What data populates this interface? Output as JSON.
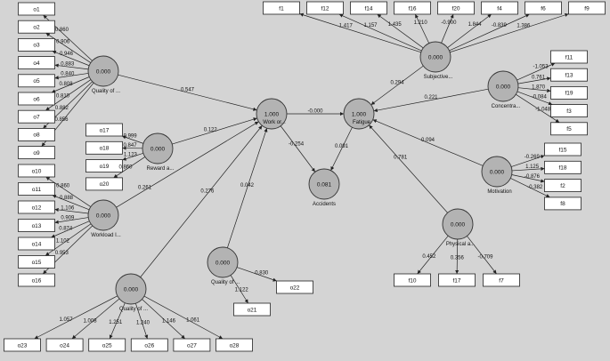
{
  "colors": {
    "background": "#d4d4d4",
    "construct": "#b3b3b3",
    "indicator": "#ffffff",
    "line": "#222222"
  },
  "constructs": [
    {
      "id": "quality_of",
      "label": "Quality of ...",
      "value": "0.000"
    },
    {
      "id": "reward",
      "label": "Reward a...",
      "value": "0.000"
    },
    {
      "id": "workload",
      "label": "Workload I...",
      "value": "0.000"
    },
    {
      "id": "quality_bottom",
      "label": "Quality of ...",
      "value": "0.000"
    },
    {
      "id": "quality_mid",
      "label": "Quality of ...",
      "value": "0.000"
    },
    {
      "id": "work_or",
      "label": "Work or...",
      "value": "1.000"
    },
    {
      "id": "accidents",
      "label": "Accidents",
      "value": "0.081"
    },
    {
      "id": "fatigue",
      "label": "Fatigue",
      "value": "1.000"
    },
    {
      "id": "subjective",
      "label": "Subjective...",
      "value": "0.000"
    },
    {
      "id": "concentra",
      "label": "Concentra...",
      "value": "0.000"
    },
    {
      "id": "motivation",
      "label": "Motivation",
      "value": "0.000"
    },
    {
      "id": "physical",
      "label": "Physical a...",
      "value": "0.000"
    }
  ],
  "indicators": [
    {
      "id": "o1",
      "label": "o1"
    },
    {
      "id": "o2",
      "label": "o2"
    },
    {
      "id": "o3",
      "label": "o3"
    },
    {
      "id": "o4",
      "label": "o4"
    },
    {
      "id": "o5",
      "label": "o5"
    },
    {
      "id": "o6",
      "label": "o6"
    },
    {
      "id": "o7",
      "label": "o7"
    },
    {
      "id": "o8",
      "label": "o8"
    },
    {
      "id": "o9",
      "label": "o9"
    },
    {
      "id": "o17",
      "label": "o17"
    },
    {
      "id": "o18",
      "label": "o18"
    },
    {
      "id": "o19",
      "label": "o19"
    },
    {
      "id": "o20",
      "label": "o20"
    },
    {
      "id": "o10",
      "label": "o10"
    },
    {
      "id": "o11",
      "label": "o11"
    },
    {
      "id": "o12",
      "label": "o12"
    },
    {
      "id": "o13",
      "label": "o13"
    },
    {
      "id": "o14",
      "label": "o14"
    },
    {
      "id": "o15",
      "label": "o15"
    },
    {
      "id": "o16",
      "label": "o16"
    },
    {
      "id": "o23",
      "label": "o23"
    },
    {
      "id": "o24",
      "label": "o24"
    },
    {
      "id": "o25",
      "label": "o25"
    },
    {
      "id": "o26",
      "label": "o26"
    },
    {
      "id": "o27",
      "label": "o27"
    },
    {
      "id": "o28",
      "label": "o28"
    },
    {
      "id": "o21",
      "label": "o21"
    },
    {
      "id": "o22",
      "label": "o22"
    },
    {
      "id": "f1",
      "label": "f1"
    },
    {
      "id": "f12",
      "label": "f12"
    },
    {
      "id": "f14",
      "label": "f14"
    },
    {
      "id": "f16",
      "label": "f16"
    },
    {
      "id": "f20",
      "label": "f20"
    },
    {
      "id": "f4",
      "label": "f4"
    },
    {
      "id": "f6",
      "label": "f6"
    },
    {
      "id": "f9",
      "label": "f9"
    },
    {
      "id": "f11",
      "label": "f11"
    },
    {
      "id": "f13",
      "label": "f13"
    },
    {
      "id": "f19",
      "label": "f19"
    },
    {
      "id": "f3",
      "label": "f3"
    },
    {
      "id": "f5",
      "label": "f5"
    },
    {
      "id": "f15",
      "label": "f15"
    },
    {
      "id": "f18",
      "label": "f18"
    },
    {
      "id": "f2",
      "label": "f2"
    },
    {
      "id": "f8",
      "label": "f8"
    },
    {
      "id": "f10",
      "label": "f10"
    },
    {
      "id": "f17",
      "label": "f17"
    },
    {
      "id": "f7",
      "label": "f7"
    }
  ],
  "edges": [
    {
      "from": "quality_of",
      "to": "o1",
      "label": "0.860"
    },
    {
      "from": "quality_of",
      "to": "o2",
      "label": "0.906"
    },
    {
      "from": "quality_of",
      "to": "o3",
      "label": "0.946"
    },
    {
      "from": "quality_of",
      "to": "o4",
      "label": "0.883"
    },
    {
      "from": "quality_of",
      "to": "o5",
      "label": "0.840"
    },
    {
      "from": "quality_of",
      "to": "o6",
      "label": "0.808"
    },
    {
      "from": "quality_of",
      "to": "o7",
      "label": "0.810"
    },
    {
      "from": "quality_of",
      "to": "o8",
      "label": "0.882"
    },
    {
      "from": "quality_of",
      "to": "o9",
      "label": "0.856"
    },
    {
      "from": "reward",
      "to": "o17",
      "label": "0.999"
    },
    {
      "from": "reward",
      "to": "o18",
      "label": "0.847"
    },
    {
      "from": "reward",
      "to": "o19",
      "label": "1.123"
    },
    {
      "from": "reward",
      "to": "o20",
      "label": "0.860"
    },
    {
      "from": "workload",
      "to": "o10",
      "label": "0.860"
    },
    {
      "from": "workload",
      "to": "o11",
      "label": "0.888"
    },
    {
      "from": "workload",
      "to": "o12",
      "label": "1.106"
    },
    {
      "from": "workload",
      "to": "o13",
      "label": "0.909"
    },
    {
      "from": "workload",
      "to": "o14",
      "label": "0.874"
    },
    {
      "from": "workload",
      "to": "o15",
      "label": "1.102"
    },
    {
      "from": "workload",
      "to": "o16",
      "label": "0.953"
    },
    {
      "from": "quality_bottom",
      "to": "o23",
      "label": "1.057"
    },
    {
      "from": "quality_bottom",
      "to": "o24",
      "label": "1.008"
    },
    {
      "from": "quality_bottom",
      "to": "o25",
      "label": "1.251"
    },
    {
      "from": "quality_bottom",
      "to": "o26",
      "label": "1.240"
    },
    {
      "from": "quality_bottom",
      "to": "o27",
      "label": "1.146"
    },
    {
      "from": "quality_bottom",
      "to": "o28",
      "label": "1.061"
    },
    {
      "from": "quality_mid",
      "to": "o21",
      "label": "1.122"
    },
    {
      "from": "quality_mid",
      "to": "o22",
      "label": "0.830"
    },
    {
      "from": "quality_of",
      "to": "work_or",
      "label": "0.547"
    },
    {
      "from": "reward",
      "to": "work_or",
      "label": "0.122"
    },
    {
      "from": "workload",
      "to": "work_or",
      "label": "0.261"
    },
    {
      "from": "quality_bottom",
      "to": "work_or",
      "label": "0.276"
    },
    {
      "from": "quality_mid",
      "to": "work_or",
      "label": "0.042"
    },
    {
      "from": "work_or",
      "to": "fatigue",
      "label": "-0.000"
    },
    {
      "from": "work_or",
      "to": "accidents",
      "label": "-0.254"
    },
    {
      "from": "fatigue",
      "to": "accidents",
      "label": "0.091"
    },
    {
      "from": "subjective",
      "to": "fatigue",
      "label": "0.294"
    },
    {
      "from": "concentra",
      "to": "fatigue",
      "label": "0.221"
    },
    {
      "from": "motivation",
      "to": "fatigue",
      "label": "0.094"
    },
    {
      "from": "physical",
      "to": "fatigue",
      "label": "0.781"
    },
    {
      "from": "subjective",
      "to": "f1",
      "label": "1.417"
    },
    {
      "from": "subjective",
      "to": "f12",
      "label": "1.157"
    },
    {
      "from": "subjective",
      "to": "f14",
      "label": "1.435"
    },
    {
      "from": "subjective",
      "to": "f16",
      "label": "1.210"
    },
    {
      "from": "subjective",
      "to": "f20",
      "label": "-0.900"
    },
    {
      "from": "subjective",
      "to": "f4",
      "label": "1.844"
    },
    {
      "from": "subjective",
      "to": "f6",
      "label": "-0.839"
    },
    {
      "from": "subjective",
      "to": "f9",
      "label": "1.386"
    },
    {
      "from": "concentra",
      "to": "f11",
      "label": "-1.053"
    },
    {
      "from": "concentra",
      "to": "f13",
      "label": "0.761"
    },
    {
      "from": "concentra",
      "to": "f19",
      "label": "1.870"
    },
    {
      "from": "concentra",
      "to": "f3",
      "label": "-0.084"
    },
    {
      "from": "concentra",
      "to": "f5",
      "label": "-1.048"
    },
    {
      "from": "motivation",
      "to": "f15",
      "label": "-0.269"
    },
    {
      "from": "motivation",
      "to": "f18",
      "label": "1.125"
    },
    {
      "from": "motivation",
      "to": "f2",
      "label": "-0.876"
    },
    {
      "from": "motivation",
      "to": "f8",
      "label": "-0.382"
    },
    {
      "from": "physical",
      "to": "f10",
      "label": "0.452"
    },
    {
      "from": "physical",
      "to": "f17",
      "label": "0.356"
    },
    {
      "from": "physical",
      "to": "f7",
      "label": "-0.709"
    }
  ]
}
